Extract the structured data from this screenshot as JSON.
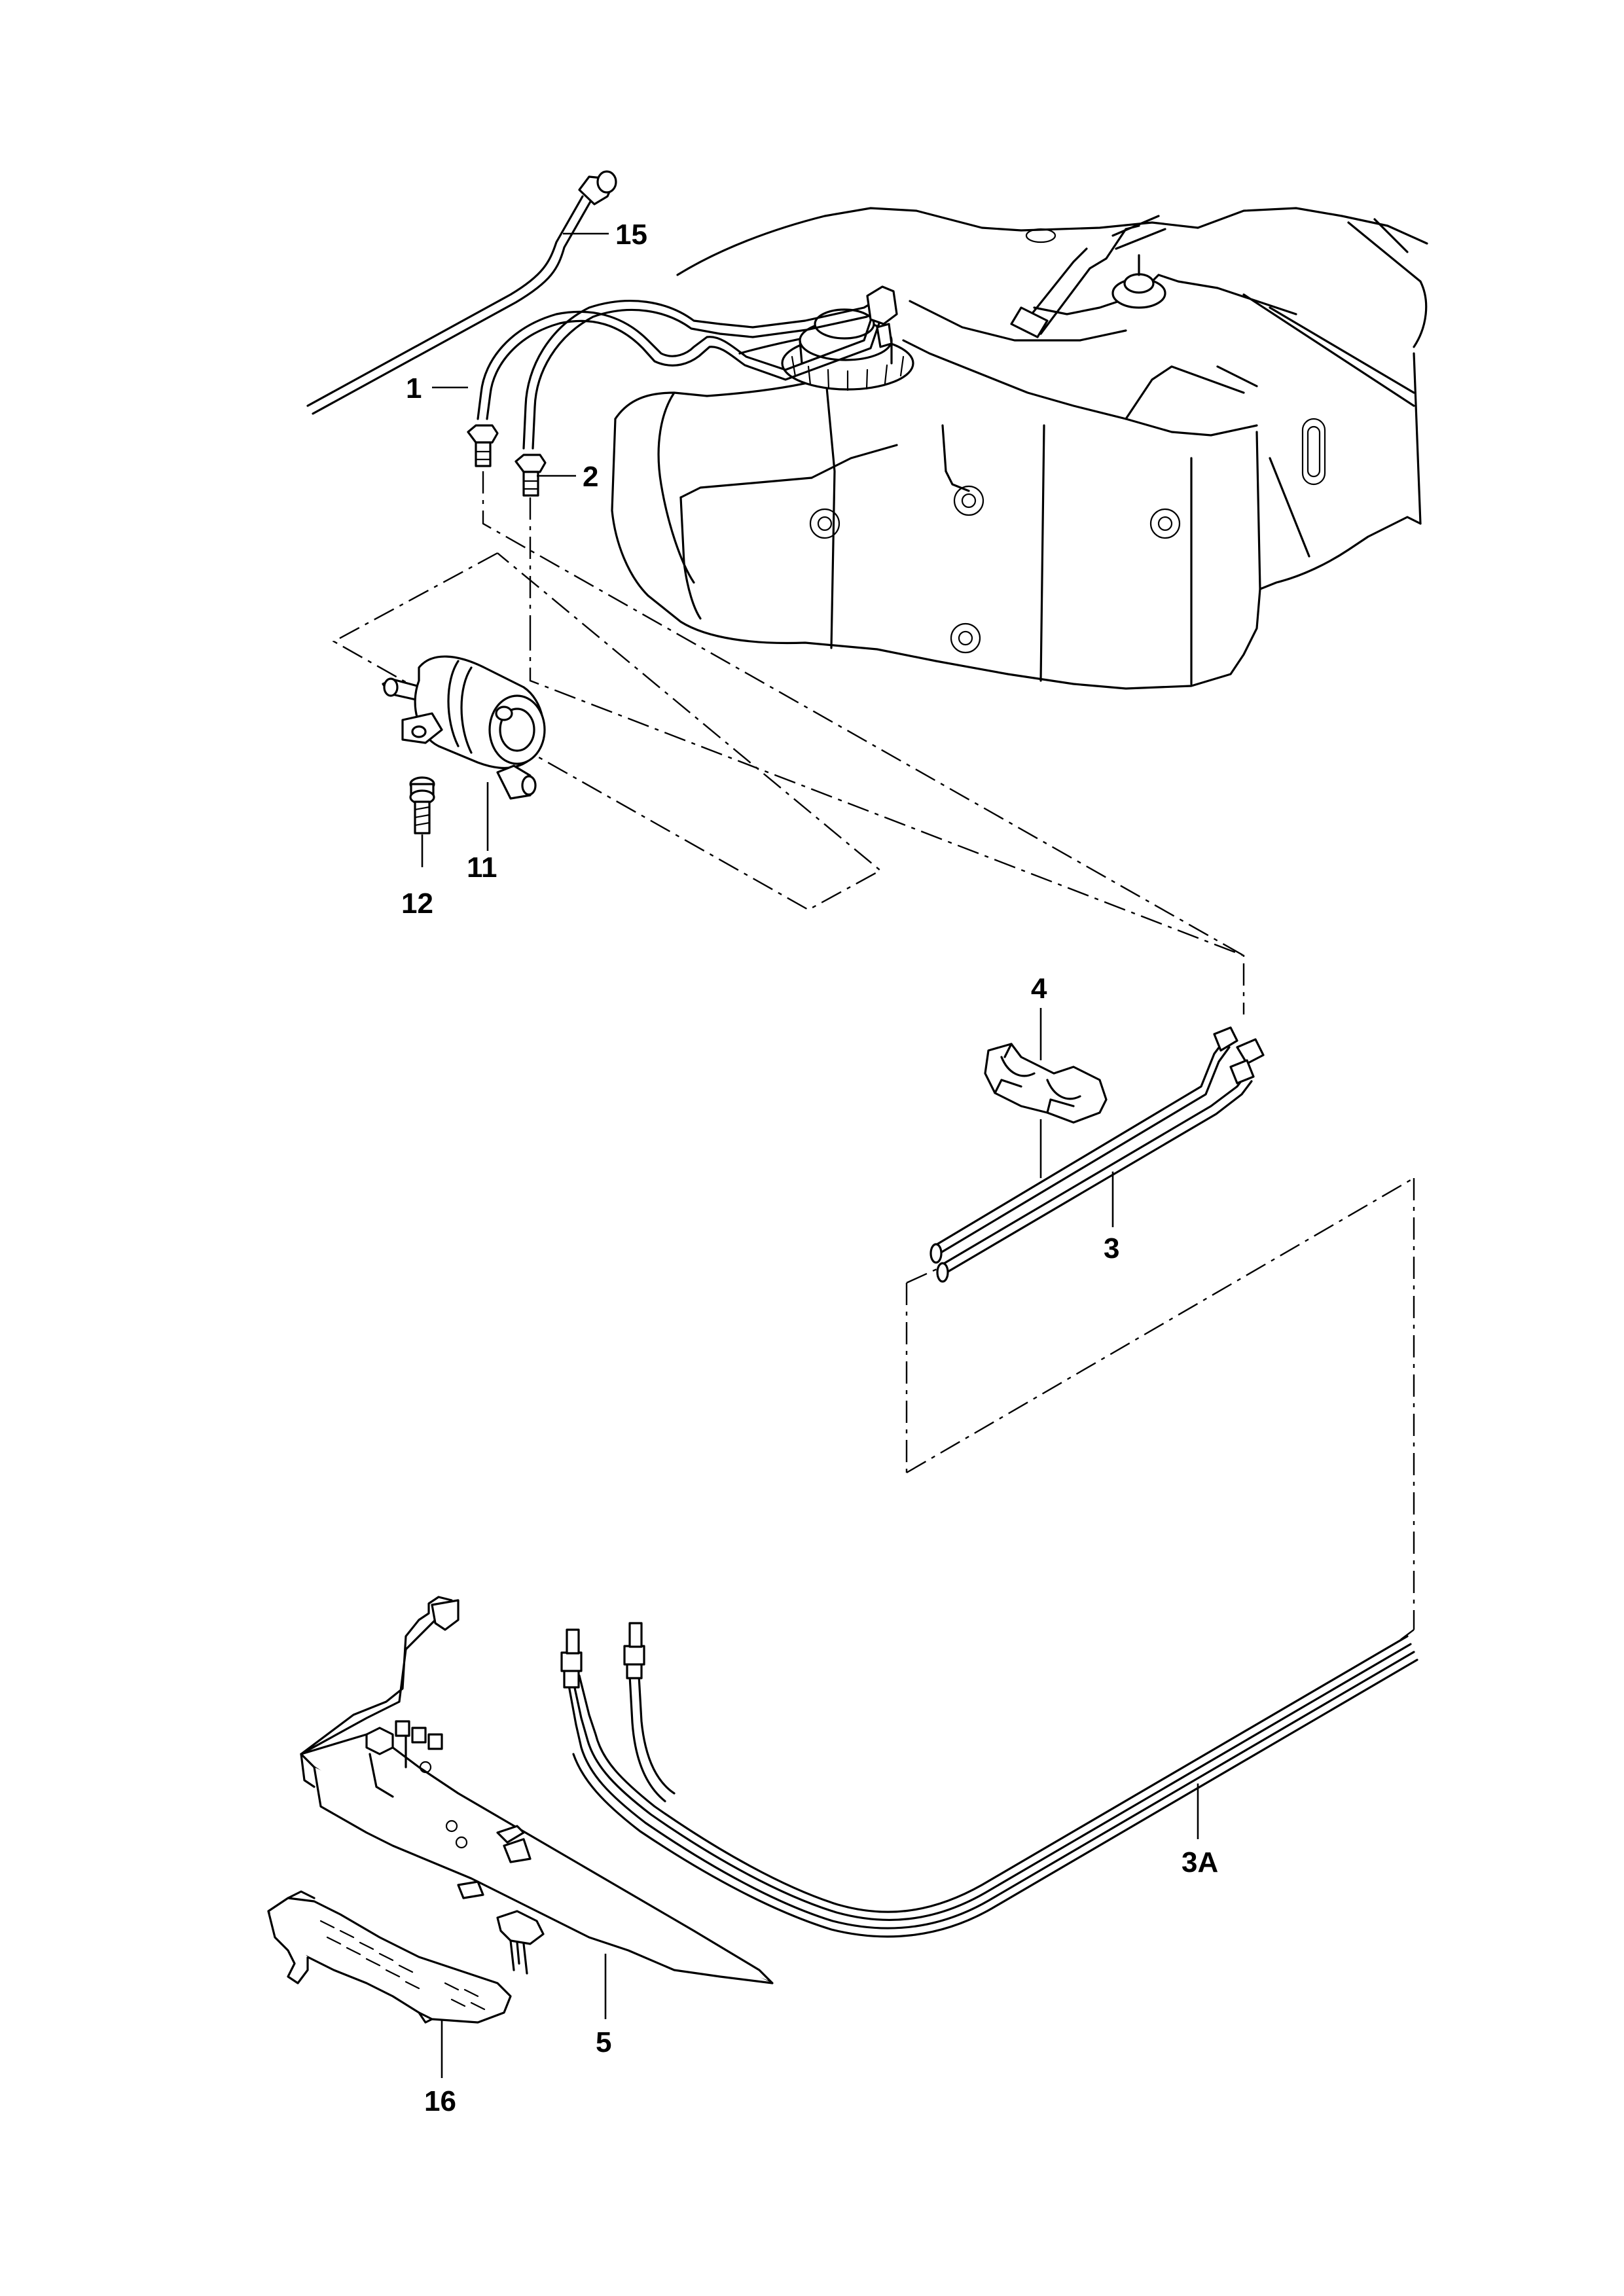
{
  "diagram": {
    "callouts": [
      {
        "id": "p15",
        "text": "15"
      },
      {
        "id": "p1",
        "text": "1"
      },
      {
        "id": "p2",
        "text": "2"
      },
      {
        "id": "p11",
        "text": "11"
      },
      {
        "id": "p12",
        "text": "12"
      },
      {
        "id": "p4",
        "text": "4"
      },
      {
        "id": "p3",
        "text": "3"
      },
      {
        "id": "p3a",
        "text": "3A"
      },
      {
        "id": "p5",
        "text": "5"
      },
      {
        "id": "p16",
        "text": "16"
      }
    ]
  }
}
